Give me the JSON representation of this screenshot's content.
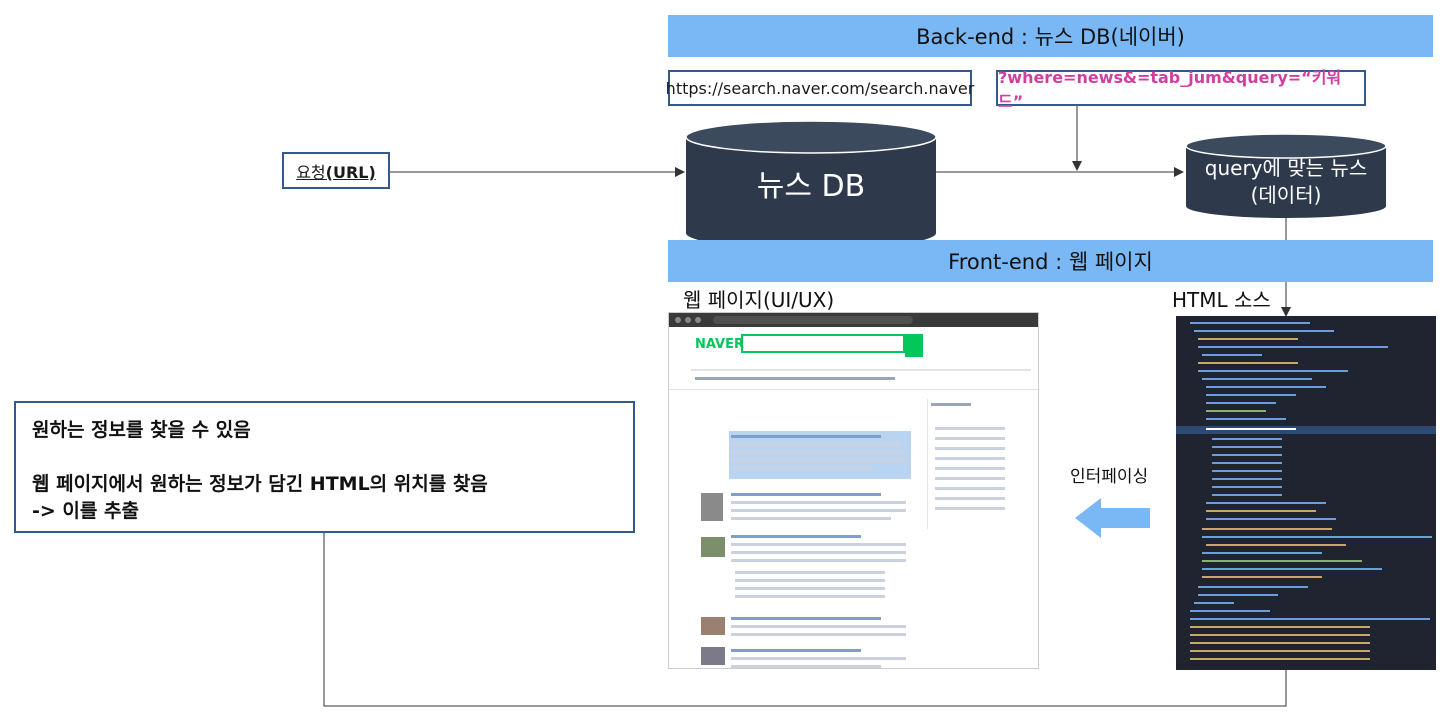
{
  "backend": {
    "banner": "Back-end : 뉴스 DB(네이버)"
  },
  "url_box": {
    "text": "https://search.naver.com/search.naver"
  },
  "query_box": {
    "text": "?where=news&=tab_jum&query=“키워드”"
  },
  "request": {
    "label_prefix": "요청",
    "label_bold": "(URL)"
  },
  "news_db": {
    "label": "뉴스 DB"
  },
  "query_result": {
    "line1": "query에 맞는 뉴스",
    "line2": "(데이터)"
  },
  "frontend": {
    "banner": "Front-end : 웹 페이지"
  },
  "webpage": {
    "label": "웹 페이지(UI/UX)",
    "logo": "NAVER"
  },
  "html_source": {
    "label": "HTML 소스"
  },
  "interfacing": {
    "label": "인터페이싱"
  },
  "description": {
    "line1": "원하는 정보를 찾을 수 있음",
    "line2": "웹 페이지에서 원하는 정보가 담긴 HTML의 위치를 찾음",
    "line3": "-> 이를 추출"
  },
  "colors": {
    "banner": "#7ab8f5",
    "cylinder": "#2e3a4b",
    "box_border": "#33598f",
    "query_pink": "#d23ea0",
    "arrow_blue": "#7ab8f5"
  }
}
